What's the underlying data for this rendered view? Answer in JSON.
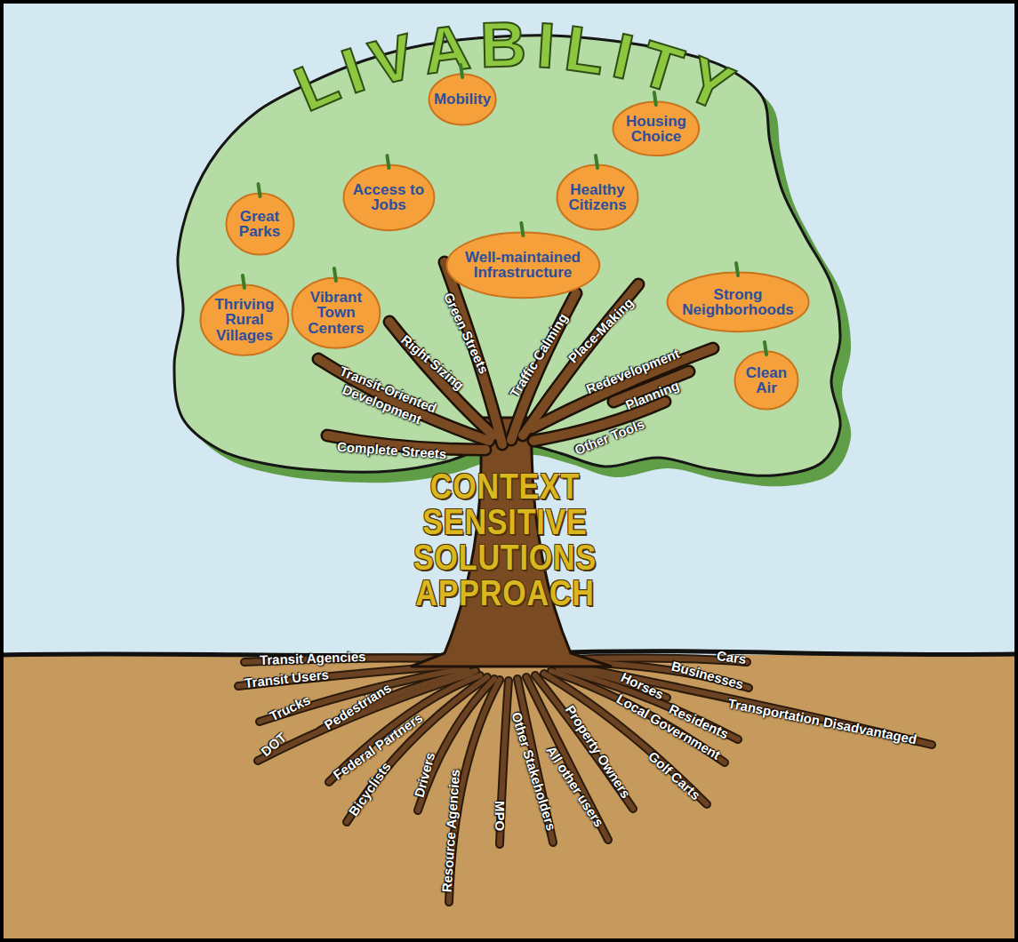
{
  "diagram": {
    "title": "LIVABILITY",
    "nodes": [
      {
        "text": [
          "Mobility"
        ]
      },
      {
        "text": [
          "Housing Choice"
        ]
      },
      {
        "text": [
          "Access to Jobs"
        ]
      },
      {
        "text": [
          "Healthy Citizens"
        ]
      },
      {
        "text": [
          "Great Parks"
        ]
      },
      {
        "text": [
          "Well-maintained Infrastructure"
        ]
      },
      {
        "text": [
          "Thriving Rural Villages"
        ]
      },
      {
        "text": [
          "Vibrant Town Centers"
        ]
      },
      {
        "text": [
          "Strong Neighborhoods"
        ]
      },
      {
        "text": [
          "Clean Air"
        ]
      }
    ],
    "labels": [
      "CONTEXT SENSITIVE SOLUTIONS APPROACH",
      "Green Streets",
      "Traffic Calming",
      "Place-Making",
      "Right Sizing",
      "Redevelopment",
      "Planning",
      "Transit-Oriented Development",
      "Complete Streets",
      "Other Tools",
      "Transit Agencies",
      "Transit Users",
      "Trucks",
      "Pedestrians",
      "DOT",
      "Federal Partners",
      "Bicyclists",
      "Drivers",
      "Resource Agencies",
      "MPO",
      "Other Stakeholders",
      "All other users",
      "Property Owners",
      "Golf Carts",
      "Local Government",
      "Residents",
      "Horses",
      "Transportation Disadvantaged",
      "Businesses",
      "Cars"
    ]
  }
}
